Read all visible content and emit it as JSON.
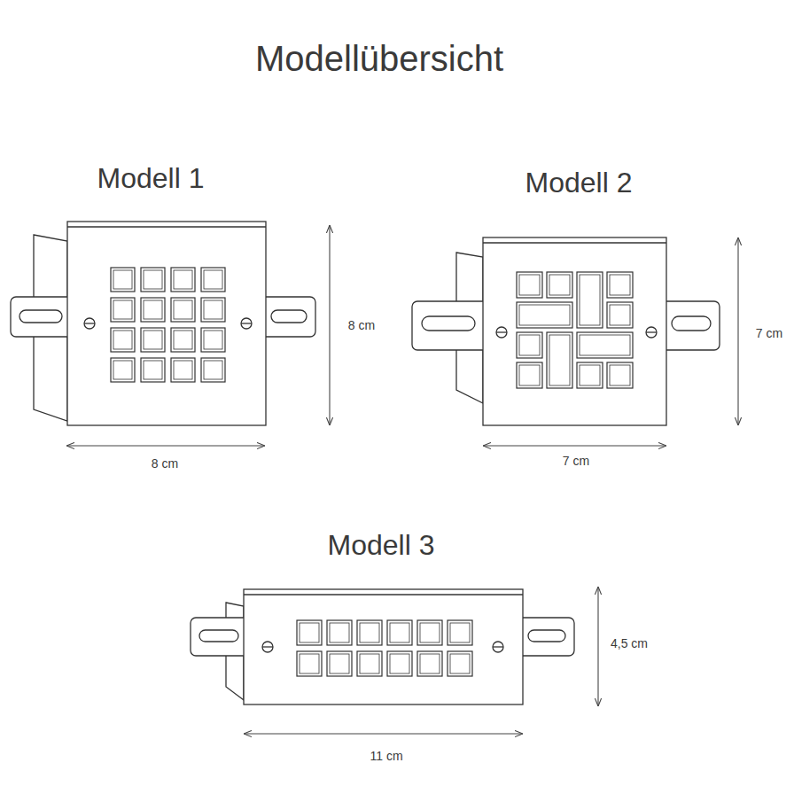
{
  "diagram": {
    "title": "Modellübersicht",
    "labels": [
      "Modell 1",
      "8 cm",
      "8 cm",
      "Modell 2",
      "7 cm",
      "7 cm",
      "Modell 3",
      "4,5 cm",
      "11 cm"
    ]
  }
}
